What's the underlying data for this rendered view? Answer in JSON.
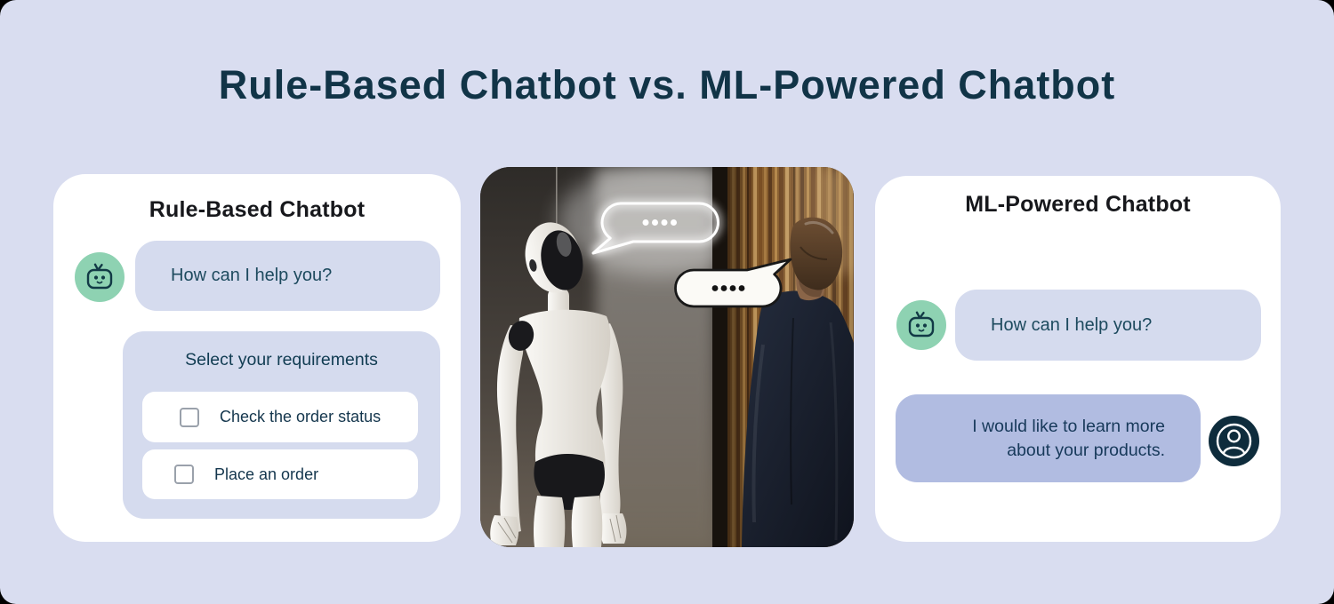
{
  "title": "Rule-Based Chatbot vs. ML-Powered Chatbot",
  "left_card": {
    "heading": "Rule-Based Chatbot",
    "bot_message": "How can I help you?",
    "select_prompt": "Select your requirements",
    "options": [
      {
        "label": "Check the order status",
        "checked": false
      },
      {
        "label": "Place an order",
        "checked": false
      }
    ]
  },
  "right_card": {
    "heading": "ML-Powered Chatbot",
    "bot_message": "How can I help you?",
    "user_message": "I would like to learn more about your products."
  },
  "center_image": {
    "alt": "White humanoid robot facing a businessman in a dark suit in front of a wooden wall, each with a speech bubble of four dots",
    "robot_bubble_dots": 4,
    "human_bubble_dots": 4
  },
  "icons": {
    "bot_avatar": "robot-face-icon",
    "user_avatar": "person-circle-icon",
    "option_checkbox": "empty-checkbox"
  },
  "colors": {
    "page_background": "#d9ddf0",
    "title_text": "#113447",
    "card_background": "#ffffff",
    "bot_bubble": "#d5dbee",
    "user_bubble": "#b1bce1",
    "bubble_text": "#1d4a5e",
    "bot_avatar_bg": "#8ed2b2",
    "bot_avatar_stroke": "#123a46",
    "user_avatar_bg": "#0e2c3c"
  }
}
